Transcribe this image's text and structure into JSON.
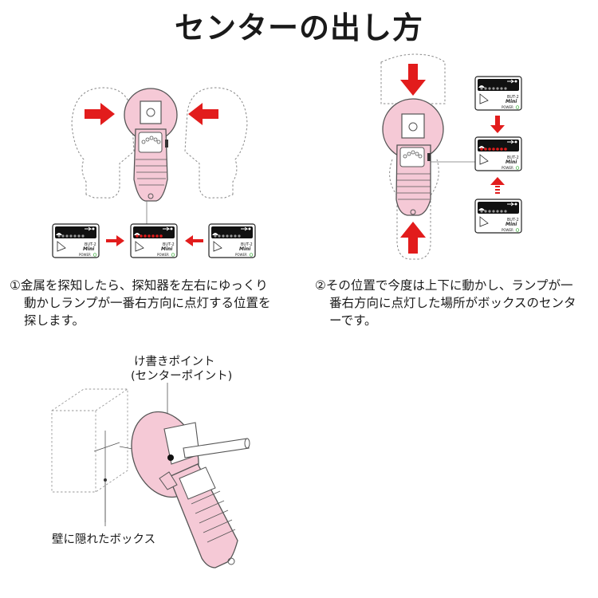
{
  "title": "センターの出し方",
  "captions": {
    "step1_num": "①",
    "step1_line1": "金属を探知したら、探知器を左右にゆっくり",
    "step1_line2": "動かしランプが一番右方向に点灯する位置を",
    "step1_line3": "探します。",
    "step2_num": "②",
    "step2_line1": "その位置で今度は上下に動かし、ランプが一",
    "step2_line2": "番右方向に点灯した場所がボックスのセンタ",
    "step2_line3": "ーです。"
  },
  "labels": {
    "marking_point": "け書きポイント",
    "center_point": "(センターポイント)",
    "hidden_box": "壁に隠れたボックス"
  },
  "device": {
    "brand": "BUT-2",
    "model": "Mini",
    "power": "POWER"
  },
  "colors": {
    "accent": "#e21c1c",
    "device_body": "#f5c9d6",
    "device_outline": "#555555"
  }
}
